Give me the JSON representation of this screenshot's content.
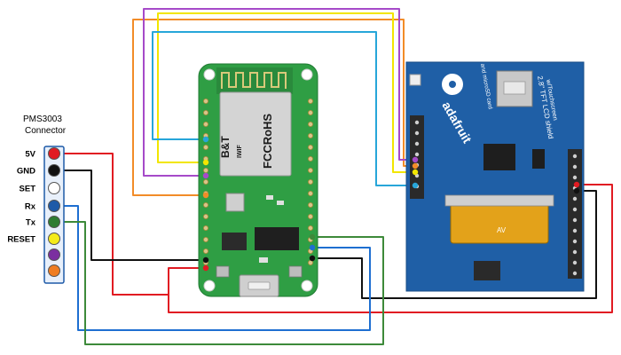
{
  "connector": {
    "title_line1": "PMS3003",
    "title_line2": "Connector",
    "pins": [
      {
        "label": "5V",
        "color": "#e11b22"
      },
      {
        "label": "GND",
        "color": "#111111"
      },
      {
        "label": "SET",
        "color": "#ffffff"
      },
      {
        "label": "Rx",
        "color": "#1e5aa8"
      },
      {
        "label": "Tx",
        "color": "#2e7d32"
      },
      {
        "label": "RESET",
        "color": "#f4eb1a"
      },
      {
        "label": "",
        "color": "#7b2fa0"
      },
      {
        "label": "",
        "color": "#ef7d22"
      }
    ]
  },
  "mcu_board": {
    "module_brand": "B&T",
    "module_model": "IWIF",
    "module_cert": "FCCRoHS",
    "board_color": "#2f9e44"
  },
  "tft_shield": {
    "brand": "adafruit",
    "title": "2.8\" TFT LCD shield",
    "subtitle": "w/Touchscreen",
    "sd_label": "and microSD card",
    "connector_label": "AV",
    "board_color": "#1f5fa6"
  },
  "wire_colors": {
    "red": "#e11b22",
    "black": "#111111",
    "blue": "#1e6fd1",
    "green": "#3d8a3a",
    "purple": "#a64ac9",
    "yellow": "#f2e600",
    "orange": "#f28c28",
    "cyan": "#27a6d9"
  }
}
